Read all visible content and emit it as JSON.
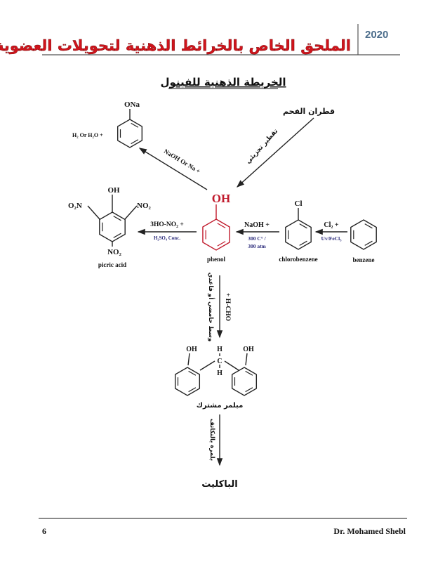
{
  "header": {
    "year": "2020",
    "title": "الملحق الخاص بالخرائط الذهنية لتحويلات العضوية",
    "subtitle": "الخريطة الذهنية للفينول"
  },
  "diagram": {
    "sodium_phenoxide": {
      "group": "ONa",
      "side_product": "H₂ Or H₂O +",
      "reagent": "NaOH Or Na +"
    },
    "coal_tar": {
      "label": "قطران الفحم",
      "process": "تقطير تجزيئي"
    },
    "phenol": {
      "group": "OH",
      "label": "phenol",
      "color": "#c0192b"
    },
    "chlorobenzene": {
      "group": "Cl",
      "label": "chlorobenzene",
      "reagent": "NaOH +",
      "condition_1": "300 C° /",
      "condition_2": "300 atm"
    },
    "benzene": {
      "label": "benzene",
      "reagent": "Cl₂ +",
      "catalyst": "Uv/FeCl₃"
    },
    "picric_acid": {
      "oh": "OH",
      "left_group": "O₂N",
      "right_group": "NO₂",
      "bottom_group": "NO₂",
      "label": "picric acid",
      "reagent": "3HO-NO₂ +",
      "catalyst": "H₂SO₄ Conc."
    },
    "copolymer_step": {
      "reagent": "+ H-CHO",
      "medium": "وسط حامضي أو قاعدي"
    },
    "copolymer": {
      "oh_left": "OH",
      "h_top": "H",
      "carbon": "C",
      "h_bottom": "H",
      "oh_right": "OH",
      "label": "مبلمر مشترك"
    },
    "polymerization": {
      "process": "بلمرة بالتكاثف",
      "product": "الباكليت"
    }
  },
  "footer": {
    "page_number": "6",
    "author": "Dr. Mohamed Shebl"
  }
}
